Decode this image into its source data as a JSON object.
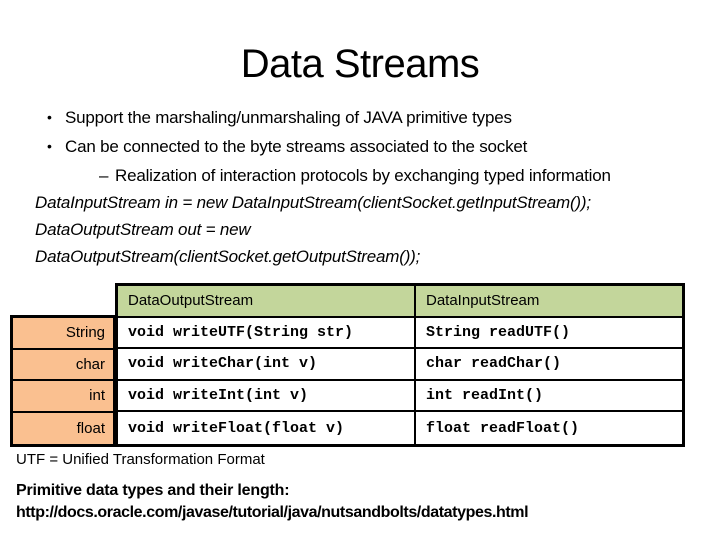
{
  "slide": {
    "title": "Data Streams",
    "markers": {
      "bullet": "•",
      "dash": "–"
    },
    "bullets": [
      "Support the marshaling/unmarshaling of JAVA primitive types",
      "Can be connected to the byte streams associated to the socket"
    ],
    "sub_bullet": "Realization of interaction protocols by exchanging typed information",
    "code_lines": [
      "DataInputStream in = new DataInputStream(clientSocket.getInputStream());",
      "DataOutputStream out = new",
      "DataOutputStream(clientSocket.getOutputStream());"
    ],
    "table": {
      "col_headers": [
        "DataOutputStream",
        "DataInputStream"
      ],
      "row_labels": [
        "String",
        "char",
        "int",
        "float"
      ],
      "rows": [
        [
          "void writeUTF(String str)",
          "String readUTF()"
        ],
        [
          "void writeChar(int v)",
          "char readChar()"
        ],
        [
          "void writeInt(int v)",
          "int readInt()"
        ],
        [
          "void writeFloat(float v)",
          "float readFloat()"
        ]
      ],
      "colors": {
        "header_bg": "#c3d69b",
        "label_bg": "#fac090",
        "border": "#000000"
      }
    },
    "footnotes": {
      "utf": "UTF = Unified Transformation Format",
      "primitive_label": "Primitive data types and their length:",
      "url": "http://docs.oracle.com/javase/tutorial/java/nutsandbolts/datatypes.html"
    }
  }
}
